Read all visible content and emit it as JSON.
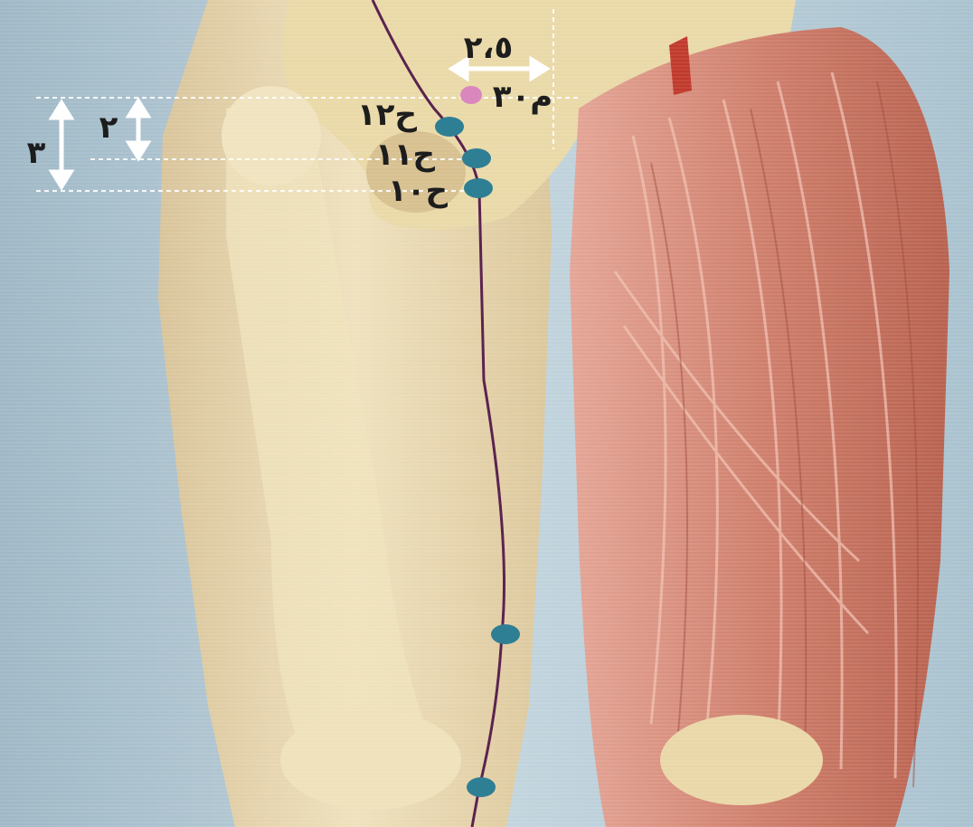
{
  "figure": {
    "width_label": "٢،٥",
    "point_ren": "م٣٠",
    "point_liv12": "ح١٢",
    "point_liv11": "ح١١",
    "point_liv10": "ح١٠",
    "measure_inner": "٢",
    "measure_outer": "٣"
  },
  "colors": {
    "background_blue": "#b7cdd8",
    "skin": "#e8d7ae",
    "bone": "#ead9a8",
    "muscle": "#d48772",
    "meridian": "#5b2350",
    "point_blue": "#2f7f94",
    "point_pink": "#d987bd",
    "guide_white": "#ffffff"
  }
}
